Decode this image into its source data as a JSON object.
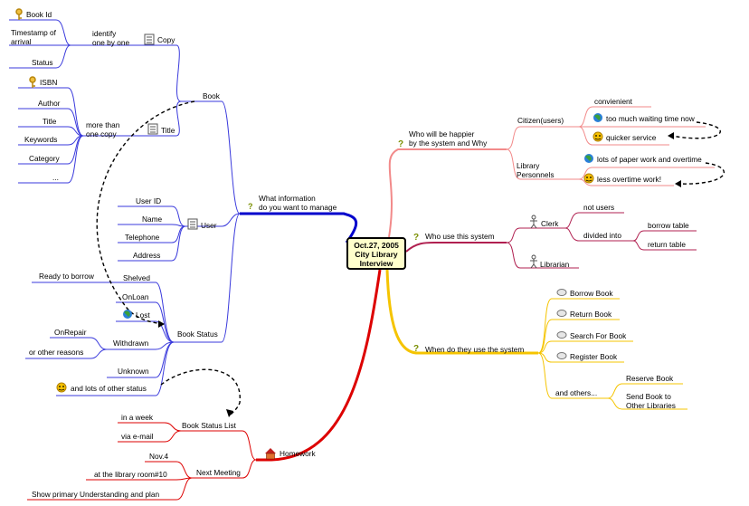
{
  "center": {
    "line1": "Oct.27, 2005",
    "line2": "City Library",
    "line3": "Interview"
  },
  "colors": {
    "manage": "#3a3adc",
    "happier": "#f28a8a",
    "use_system": "#b02050",
    "when": "#f5c400",
    "homework": "#dd0000",
    "connector": "#000000"
  },
  "branches": {
    "manage": {
      "label1": "What information",
      "label2": "do you want to manage",
      "book": {
        "label": "Book",
        "copy": {
          "label": "Copy",
          "group_label1": "identify",
          "group_label2": "one by one",
          "items": [
            "Book Id",
            "Timestamp of arrival",
            "Status"
          ]
        },
        "title": {
          "label": "Title",
          "group_label1": "more than",
          "group_label2": "one copy",
          "items": [
            "ISBN",
            "Author",
            "Title",
            "Keywords",
            "Category",
            "..."
          ]
        }
      },
      "user": {
        "label": "User",
        "items": [
          "User ID",
          "Name",
          "Telephone",
          "Address"
        ]
      },
      "book_status": {
        "label": "Book Status",
        "items": [
          "Shelved",
          "OnLoan",
          "Lost",
          "Withdrawn",
          "Unknown",
          "and lots of other status"
        ],
        "shelved_note": "Ready to borrow",
        "withdrawn_notes": [
          "OnRepair",
          "or other reasons"
        ]
      }
    },
    "happier": {
      "label1": "Who will be happier",
      "label2": "by the system and Why",
      "citizen": {
        "label": "Citizen(users)",
        "items": [
          "convienient",
          "too much waiting time now",
          "quicker service"
        ]
      },
      "personnel": {
        "label1": "Library",
        "label2": "Personnels",
        "items": [
          "lots of paper work and overtime",
          "less overtime work!"
        ]
      }
    },
    "use_system": {
      "label": "Who use this system",
      "clerk": {
        "label": "Clerk",
        "not_users": "not users",
        "divided_into": "divided into",
        "tables": [
          "borrow table",
          "return table"
        ]
      },
      "librarian": "Librarian"
    },
    "when": {
      "label": "When do they use the system",
      "items": [
        "Borrow Book",
        "Return Book",
        "Search For Book",
        "Register Book"
      ],
      "others": "and others...",
      "other_items": [
        "Reserve Book",
        "Send Book to Other Libraries"
      ]
    },
    "homework": {
      "label": "Homework",
      "status_list": {
        "label": "Book Status List",
        "items": [
          "in a week",
          "via e-mail"
        ]
      },
      "meeting": {
        "label": "Next Meeting",
        "items": [
          "Nov.4",
          "at the library room#10",
          "Show primary Understanding and plan"
        ]
      }
    }
  }
}
